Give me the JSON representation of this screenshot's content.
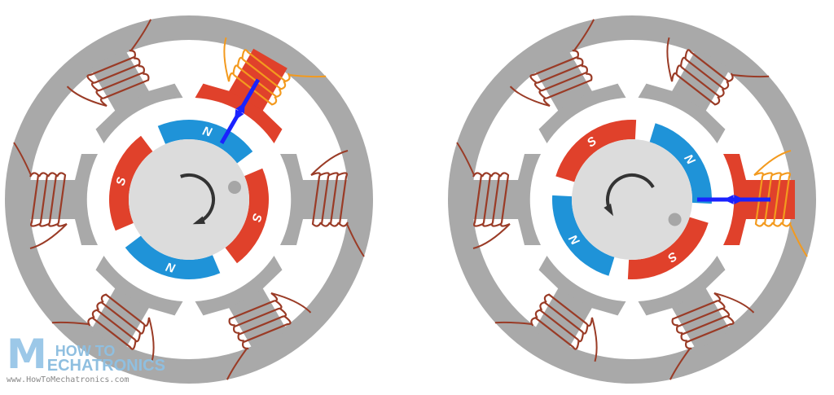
{
  "colors": {
    "stator": "#a9a9a9",
    "coil": "#9a3b26",
    "coil_active": "#f39a1e",
    "pole_active": "#e0412b",
    "north": "#1f93d8",
    "south": "#e0412b",
    "rotor": "#dcdcdc",
    "arrow": "#333333",
    "field": "#1a22ff"
  },
  "motors": [
    {
      "name": "left",
      "active_pole_angle": -60,
      "rotor_angle": -75,
      "rotation": "clockwise",
      "magnets": [
        "N",
        "S",
        "N",
        "S"
      ]
    },
    {
      "name": "right",
      "active_pole_angle": 0,
      "rotor_angle": -35,
      "rotation": "counterclockwise",
      "magnets": [
        "N",
        "S",
        "N",
        "S"
      ]
    }
  ],
  "watermark": {
    "m": "M",
    "line1": "HOW TO",
    "line2": "ECHATRONICS",
    "url": "www.HowToMechatronics.com"
  }
}
